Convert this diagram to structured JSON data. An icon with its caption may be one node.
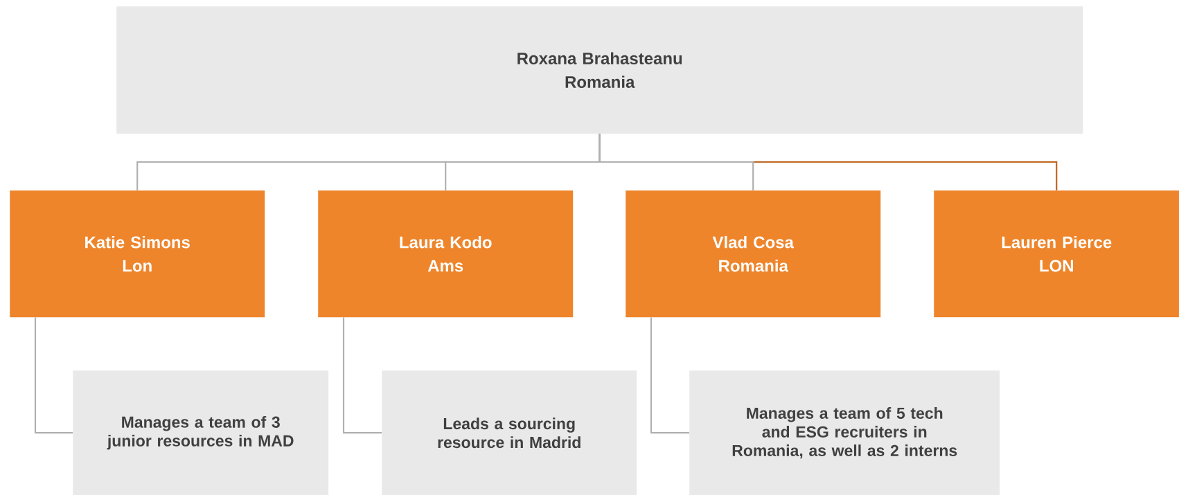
{
  "diagram": {
    "nodes": [
      {
        "text": [
          "Roxana Brahasteanu",
          "Romania"
        ]
      },
      {
        "text": [
          "Katie Simons",
          "Lon"
        ]
      },
      {
        "text": [
          "Laura Kodo",
          "Ams"
        ]
      },
      {
        "text": [
          "Vlad Cosa",
          "Romania"
        ]
      },
      {
        "text": [
          "Lauren Pierce",
          "LON"
        ]
      },
      {
        "text": [
          "Manages a team of 3 junior resources in MAD"
        ]
      },
      {
        "text": [
          "Leads a sourcing resource in Madrid"
        ]
      },
      {
        "text": [
          "Manages a team of 5 tech and ESG recruiters in Romania, as well as 2 interns"
        ]
      }
    ],
    "edges": [
      {
        "from": 0,
        "to": 1,
        "arrow": "none"
      },
      {
        "from": 0,
        "to": 2,
        "arrow": "none"
      },
      {
        "from": 0,
        "to": 3,
        "arrow": "none"
      },
      {
        "from": 0,
        "to": 4,
        "arrow": "none",
        "color": "#c0651f"
      },
      {
        "from": 1,
        "to": 5,
        "arrow": "none"
      },
      {
        "from": 2,
        "to": 6,
        "arrow": "none"
      },
      {
        "from": 3,
        "to": 7,
        "arrow": "none"
      }
    ]
  }
}
